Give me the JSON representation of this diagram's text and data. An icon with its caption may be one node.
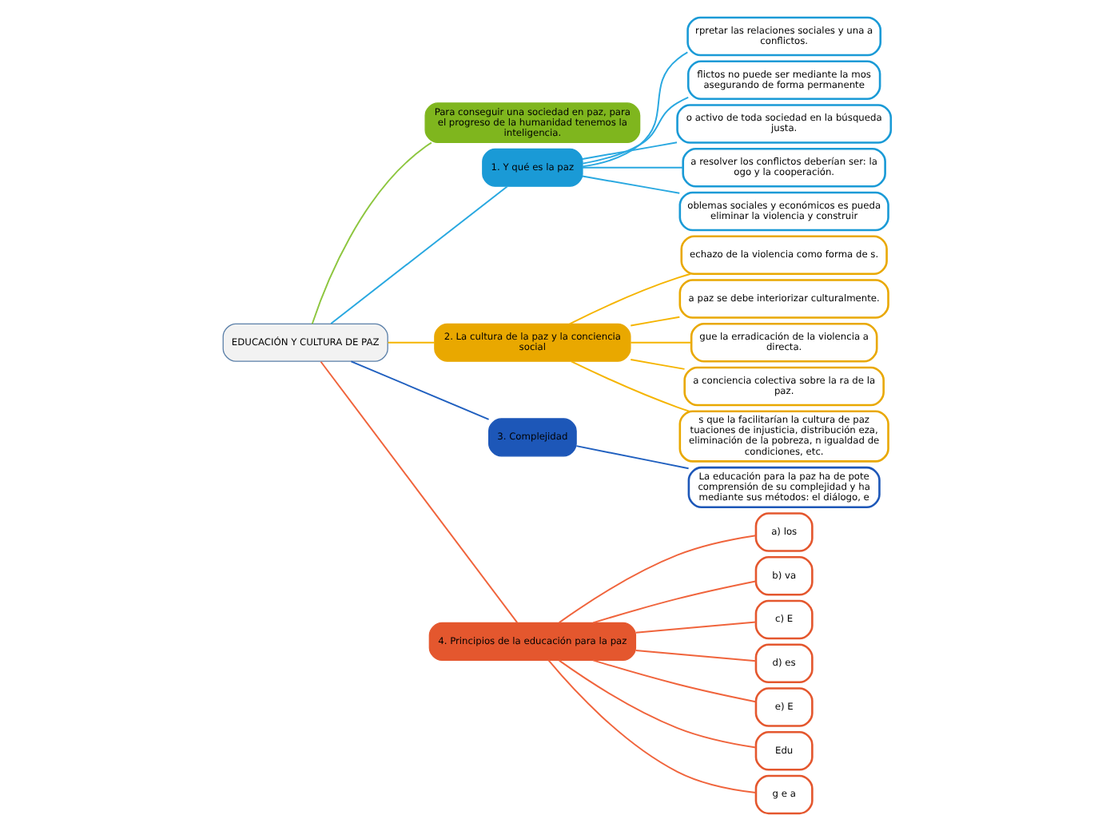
{
  "diagram": {
    "nodes": [
      {
        "text": [
          "EDUCACIÓN Y CULTURA DE PAZ"
        ]
      },
      {
        "text": [
          "Para conseguir una sociedad en paz, para el progreso de la humanidad tenemos la inteligencia."
        ]
      },
      {
        "text": [
          "1. Y qué es la paz"
        ]
      },
      {
        "text": [
          "rpretar las relaciones sociales y una a conflictos."
        ]
      },
      {
        "text": [
          "flictos no puede ser mediante la mos asegurando de forma permanente"
        ]
      },
      {
        "text": [
          "o activo de toda sociedad en la búsqueda justa."
        ]
      },
      {
        "text": [
          "a resolver los conflictos deberían ser: la ogo y la cooperación."
        ]
      },
      {
        "text": [
          "oblemas sociales y económicos es pueda eliminar la violencia y construir"
        ]
      },
      {
        "text": [
          "2. La cultura de la paz y la conciencia social"
        ]
      },
      {
        "text": [
          "echazo de la violencia como forma de s."
        ]
      },
      {
        "text": [
          "a paz se debe interiorizar culturalmente."
        ]
      },
      {
        "text": [
          "gue la erradicación de la violencia a directa."
        ]
      },
      {
        "text": [
          "a conciencia colectiva sobre la ra de la paz."
        ]
      },
      {
        "text": [
          "s que la facilitarían la cultura de paz tuaciones de injusticia, distribución eza, eliminación de la pobreza, n igualdad de condiciones, etc."
        ]
      },
      {
        "text": [
          "3. Complejidad"
        ]
      },
      {
        "text": [
          "La educación para la paz ha de pote comprensión de su complejidad y ha mediante sus métodos: el diálogo, e"
        ]
      },
      {
        "text": [
          "4. Principios de la educación para la paz"
        ]
      },
      {
        "text": [
          "a) los"
        ]
      },
      {
        "text": [
          "b) va"
        ]
      },
      {
        "text": [
          "c) E"
        ]
      },
      {
        "text": [
          "d) es"
        ]
      },
      {
        "text": [
          "e) E"
        ]
      },
      {
        "text": [
          "Edu"
        ]
      },
      {
        "text": [
          "g e a"
        ]
      }
    ],
    "edges": [
      {
        "from": 0,
        "to": 1,
        "arrow": "none",
        "color": "#8dc63f"
      },
      {
        "from": 0,
        "to": 2,
        "arrow": "none",
        "color": "#29a8e0"
      },
      {
        "from": 2,
        "to": 3,
        "arrow": "none",
        "color": "#29a8e0"
      },
      {
        "from": 2,
        "to": 4,
        "arrow": "none",
        "color": "#29a8e0"
      },
      {
        "from": 2,
        "to": 5,
        "arrow": "none",
        "color": "#29a8e0"
      },
      {
        "from": 2,
        "to": 6,
        "arrow": "none",
        "color": "#29a8e0"
      },
      {
        "from": 2,
        "to": 7,
        "arrow": "none",
        "color": "#29a8e0"
      },
      {
        "from": 0,
        "to": 8,
        "arrow": "none",
        "color": "#f5b400"
      },
      {
        "from": 8,
        "to": 9,
        "arrow": "none",
        "color": "#f5b400"
      },
      {
        "from": 8,
        "to": 10,
        "arrow": "none",
        "color": "#f5b400"
      },
      {
        "from": 8,
        "to": 11,
        "arrow": "none",
        "color": "#f5b400"
      },
      {
        "from": 8,
        "to": 12,
        "arrow": "none",
        "color": "#f5b400"
      },
      {
        "from": 8,
        "to": 13,
        "arrow": "none",
        "color": "#f5b400"
      },
      {
        "from": 0,
        "to": 14,
        "arrow": "none",
        "color": "#1f5fbf"
      },
      {
        "from": 14,
        "to": 15,
        "arrow": "none",
        "color": "#1f5fbf"
      },
      {
        "from": 0,
        "to": 16,
        "arrow": "none",
        "color": "#f0643c"
      },
      {
        "from": 16,
        "to": 17,
        "arrow": "none",
        "color": "#f0643c"
      },
      {
        "from": 16,
        "to": 18,
        "arrow": "none",
        "color": "#f0643c"
      },
      {
        "from": 16,
        "to": 19,
        "arrow": "none",
        "color": "#f0643c"
      },
      {
        "from": 16,
        "to": 20,
        "arrow": "none",
        "color": "#f0643c"
      },
      {
        "from": 16,
        "to": 21,
        "arrow": "none",
        "color": "#f0643c"
      },
      {
        "from": 16,
        "to": 22,
        "arrow": "none",
        "color": "#f0643c"
      },
      {
        "from": 16,
        "to": 23,
        "arrow": "none",
        "color": "#f0643c"
      }
    ]
  }
}
